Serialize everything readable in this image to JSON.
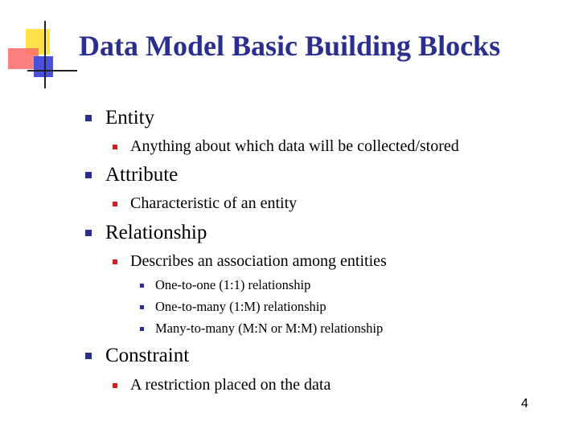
{
  "title": "Data Model Basic Building Blocks",
  "items": [
    {
      "label": "Entity",
      "children": [
        {
          "label": "Anything about which data will be collected/stored"
        }
      ]
    },
    {
      "label": "Attribute",
      "children": [
        {
          "label": "Characteristic of an entity"
        }
      ]
    },
    {
      "label": "Relationship",
      "children": [
        {
          "label": "Describes an association among entities",
          "children": [
            {
              "label": "One-to-one (1:1) relationship"
            },
            {
              "label": "One-to-many (1:M) relationship"
            },
            {
              "label": "Many-to-many (M:N or M:M) relationship"
            }
          ]
        }
      ]
    },
    {
      "label": "Constraint",
      "children": [
        {
          "label": "A restriction placed on the data"
        }
      ]
    }
  ],
  "page_number": "4",
  "colors": {
    "title": "#2a2f8f",
    "bullet_level1": "#2a2f8f",
    "bullet_level2": "#d41f1f",
    "bullet_level3": "#2a2f8f"
  }
}
